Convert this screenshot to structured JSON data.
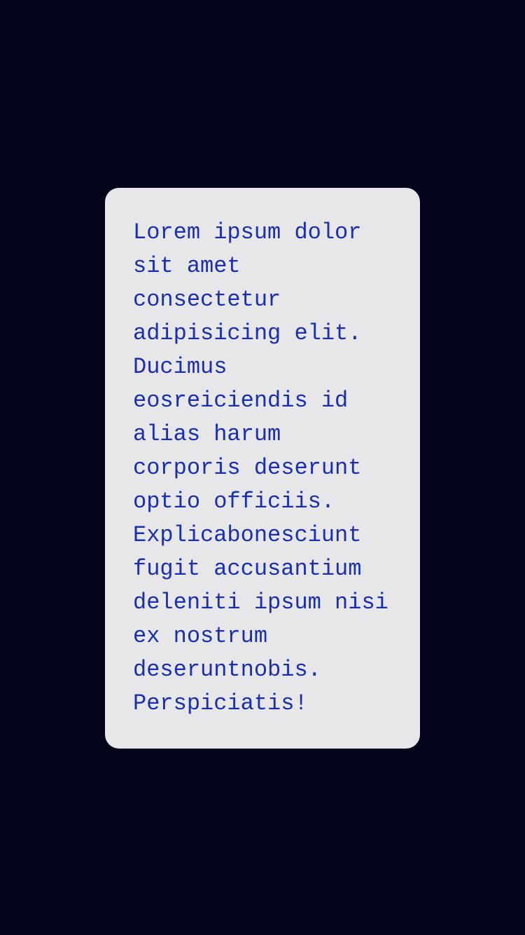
{
  "card": {
    "lines": [
      "Lorem ipsum dolor",
      "sit amet",
      "consectetur",
      "adipisicing elit.",
      "Ducimus",
      "eosreiciendis id",
      "alias harum",
      "corporis deserunt",
      "optio officiis.",
      "Explicabonesciunt",
      "fugit accusantium",
      "deleniti ipsum nisi",
      "ex nostrum",
      "deseruntnobis.",
      "Perspiciatis!"
    ]
  },
  "colors": {
    "background": "#02041a",
    "card_background": "#e7e6e9",
    "text": "#1a2fb0"
  }
}
